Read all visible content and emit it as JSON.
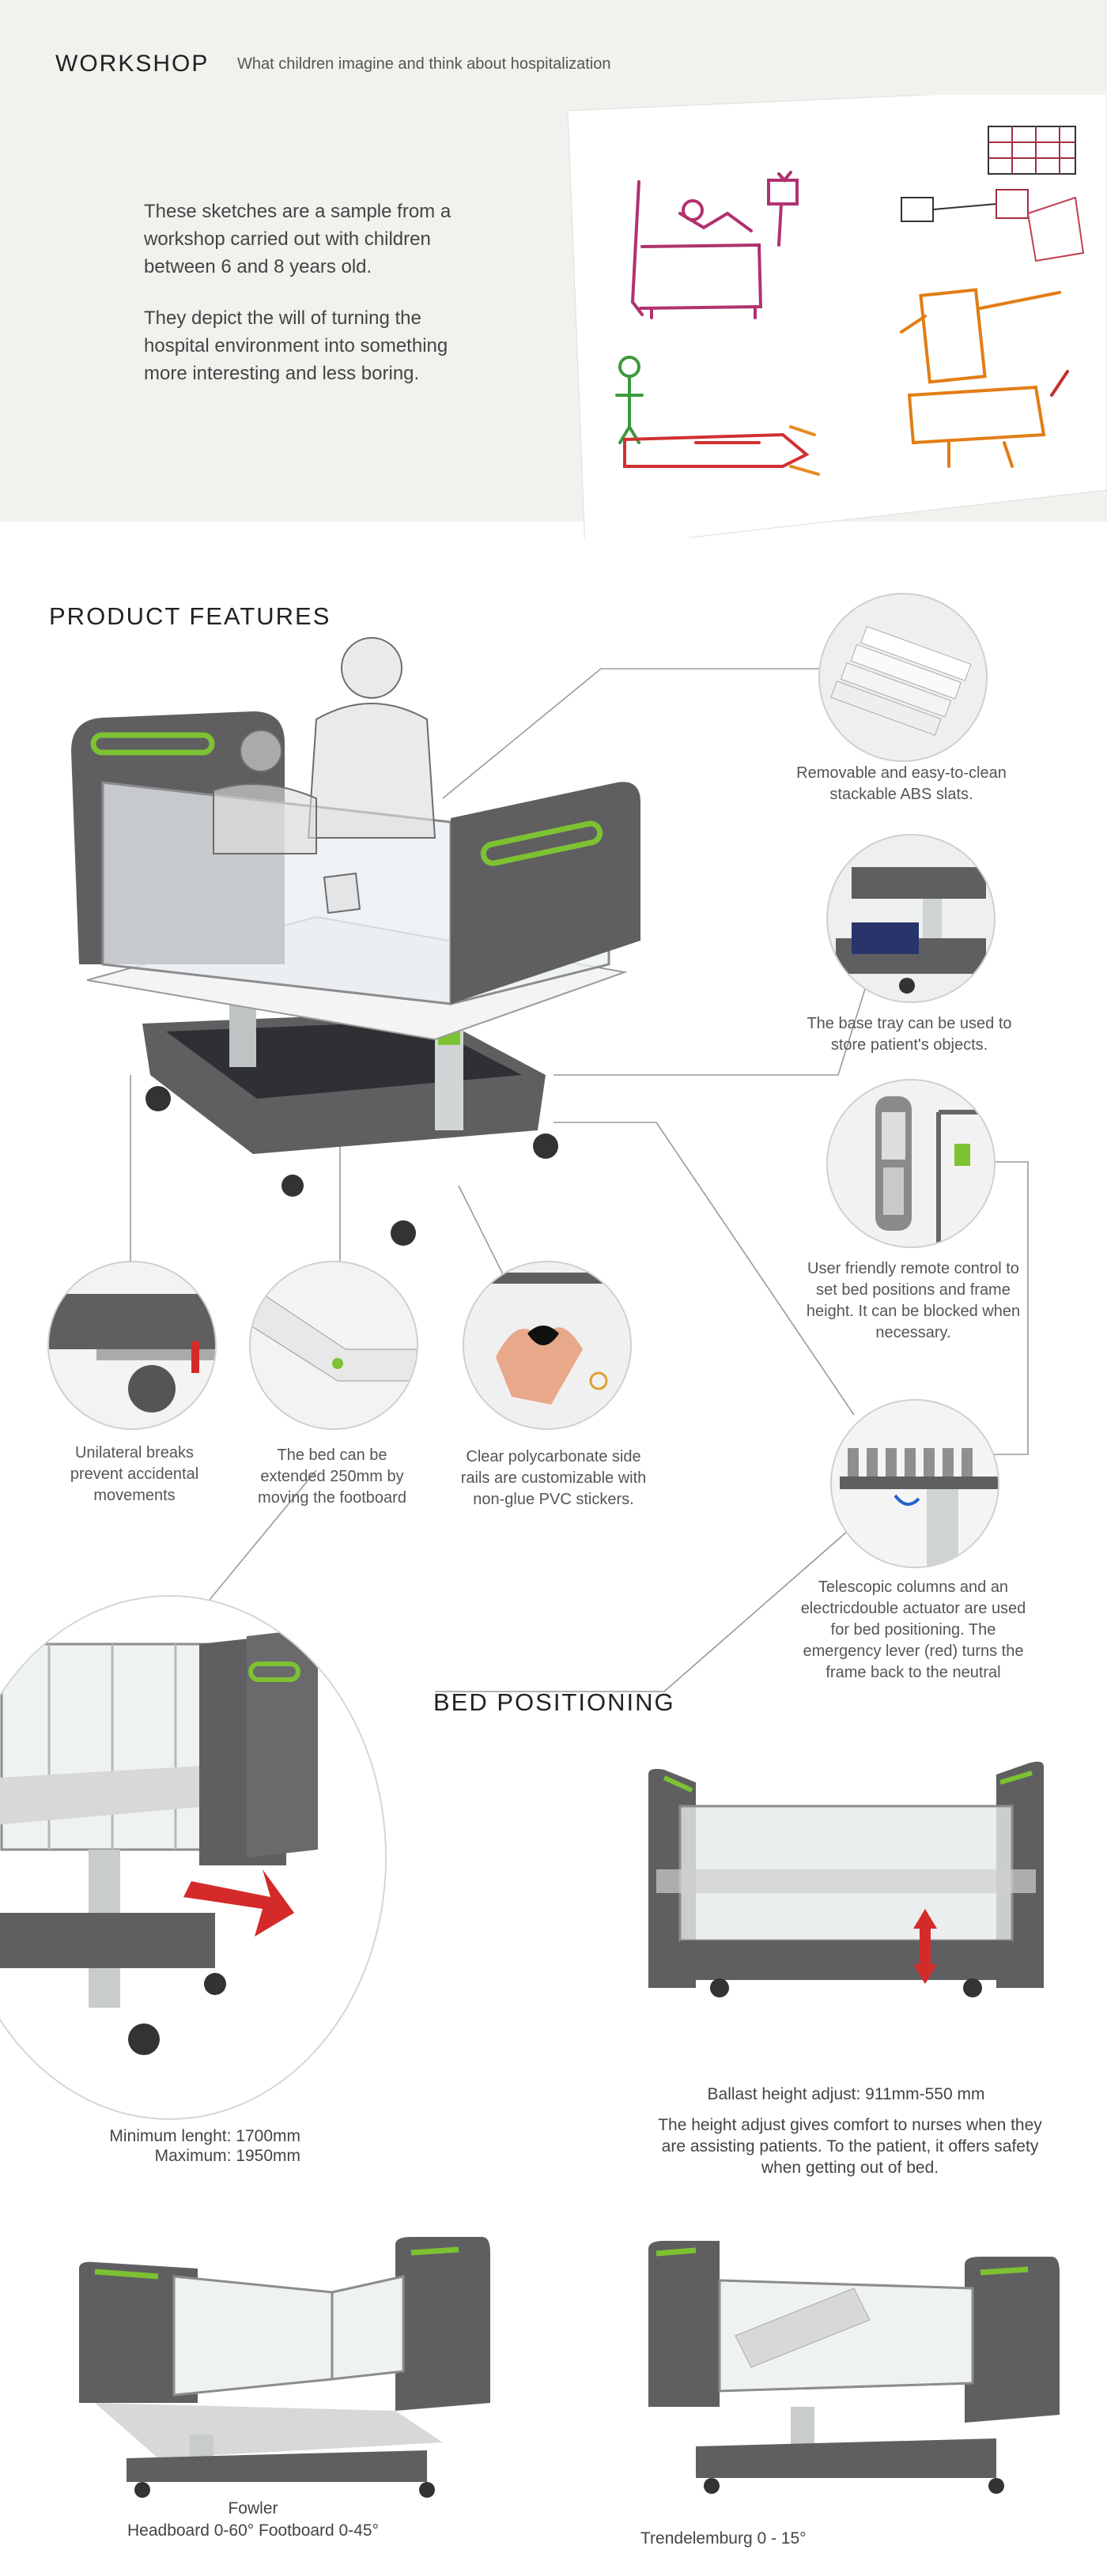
{
  "workshop": {
    "title": "WORKSHOP",
    "subtitle": "What children imagine and think about hospitalization",
    "paragraph1": "These sketches are a sample from a workshop carried out with children between 6 and 8 years old.",
    "paragraph2": "They depict the will of turning the hospital environment into something more interesting and less boring."
  },
  "features": {
    "title": "PRODUCT FEATURES",
    "slats": "Removable and easy-to-clean stackable ABS slats.",
    "tray": "The base tray can be used to store patient's objects.",
    "remote": "User friendly remote control to set bed positions and frame height. It can be blocked when necessary.",
    "columns": "Telescopic columns and an electricdouble actuator are used for bed positioning. The emergency lever (red) turns the frame back to the neutral",
    "brakes": "Unilateral breaks prevent accidental movements",
    "extend": "The bed can be extended 250mm by moving the footboard",
    "rails": "Clear polycarbonate side rails are customizable with non-glue PVC stickers."
  },
  "positioning": {
    "title": "BED POSITIONING",
    "length_min": "Minimum lenght: 1700mm",
    "length_max": "Maximum: 1950mm",
    "ballast_title": "Ballast height adjust: 911mm-550 mm",
    "ballast_desc": "The height adjust gives comfort to nurses when they are assisting patients. To the patient, it offers safety when getting out of bed.",
    "fowler_title": "Fowler",
    "fowler_desc": "Headboard 0-60° Footboard 0-45°",
    "trendelenburg": "Trendelemburg 0 - 15°"
  },
  "colors": {
    "accent_green": "#7dc232",
    "body_grey": "#5f5f61",
    "frame_grey": "#8c8c8e",
    "arrow_red": "#d42a2a"
  }
}
